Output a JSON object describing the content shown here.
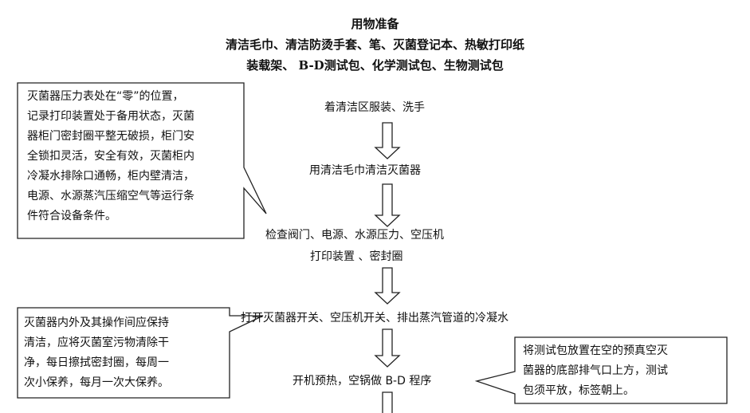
{
  "header": {
    "title": "用物准备",
    "line1": "清洁毛巾、清洁防烫手套、笔、灭菌登记本、热敏打印纸",
    "line2": "装载架、 B-D测试包、化学测试包、生物测试包"
  },
  "steps": [
    {
      "text": "着清洁区服装、洗手"
    },
    {
      "text": "用清洁毛巾清洁灭菌器"
    },
    {
      "text": "检查阀门、电源、水源压力、空压机"
    },
    {
      "text": "打印装置 、密封圈"
    },
    {
      "text": "打开灭菌器开关、空压机开关、排出蒸汽管道的冷凝水"
    },
    {
      "text": "开机预热，空锅做 B-D 程序"
    }
  ],
  "callouts": [
    {
      "lines": [
        "灭菌器压力表处在“零”的位置，",
        "记录打印装置处于备用状态，灭菌",
        "器柜门密封圈平整无破损，柜门安",
        "全锁扣灵活，安全有效，灭菌柜内",
        "冷凝水排除口通畅，柜内壁清洁，",
        "电源、水源蒸汽压缩空气等运行条",
        "件符合设备条件。"
      ]
    },
    {
      "lines": [
        "灭菌器内外及其操作间应保持",
        "清洁，应将灭菌室污物清除干",
        "净，每日擦拭密封圈，每周一",
        "次小保养，每月一次大保养。"
      ]
    },
    {
      "lines": [
        "将测试包放置在空的预真空灭",
        "菌器的底部排气口上方，测试",
        "包须平放，标签朝上。"
      ]
    }
  ]
}
